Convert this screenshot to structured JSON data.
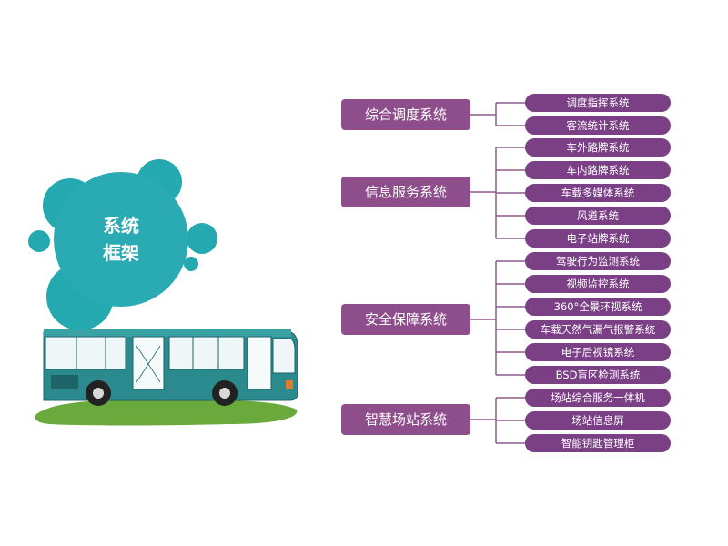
{
  "hub": {
    "line1": "系统",
    "line2": "框架"
  },
  "systems": [
    {
      "label": "综合调度系统",
      "subs": [
        "调度指挥系统",
        "客流统计系统"
      ]
    },
    {
      "label": "信息服务系统",
      "subs": [
        "车外路牌系统",
        "车内路牌系统",
        "车载多媒体系统",
        "风道系统",
        "电子站牌系统"
      ]
    },
    {
      "label": "安全保障系统",
      "subs": [
        "驾驶行为监测系统",
        "视频监控系统",
        "360°全景环视系统",
        "车载天然气漏气报警系统",
        "电子后视镜系统",
        "BSD盲区检测系统"
      ]
    },
    {
      "label": "智慧场站系统",
      "subs": [
        "场站综合服务一体机",
        "场站信息屏",
        "智能钥匙管理柜"
      ]
    }
  ],
  "colors": {
    "system_box": "#8e4e8c",
    "sub_pill": "#7b3f86",
    "connector": "#8e5a8c",
    "bubble": "#25a9b1",
    "bus_body": "#2a8a8e",
    "grass": "#6aa93c"
  }
}
